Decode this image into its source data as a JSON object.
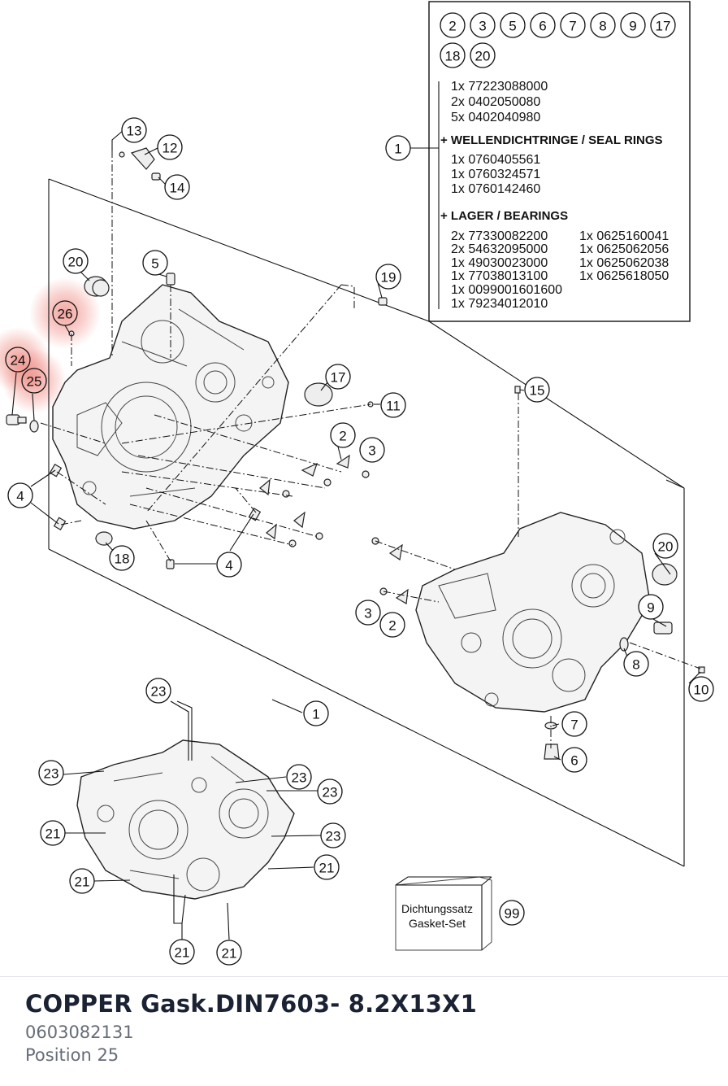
{
  "legend_box": {
    "group_callouts": [
      "2",
      "3",
      "5",
      "6",
      "7",
      "8",
      "9",
      "17",
      "18",
      "20"
    ],
    "kit_callout": "1",
    "kit_lines": [
      "1x 77223088000",
      "2x 0402050080",
      "5x 0402040980"
    ],
    "seal_heading": "+ WELLENDICHTRINGE / SEAL RINGS",
    "seal_lines": [
      "1x 0760405561",
      "1x 0760324571",
      "1x 0760142460"
    ],
    "bearing_heading": "+ LAGER / BEARINGS",
    "bearing_left": [
      "2x 77330082200",
      "2x 54632095000",
      "1x 49030023000",
      "1x 77038013100",
      "1x 0099001601600",
      "1x 79234012010"
    ],
    "bearing_right": [
      "1x 0625160041",
      "1x 0625062056",
      "1x 0625062038",
      "1x 0625618050"
    ]
  },
  "callouts": {
    "c13": "13",
    "c12": "12",
    "c14": "14",
    "c20a": "20",
    "c5": "5",
    "c19": "19",
    "c26": "26",
    "c24": "24",
    "c25": "25",
    "c17": "17",
    "c11": "11",
    "c2a": "2",
    "c3a": "3",
    "c15": "15",
    "c4a": "4",
    "c4b": "4",
    "c18": "18",
    "c20b": "20",
    "c9": "9",
    "c3b": "3",
    "c2b": "2",
    "c8": "8",
    "c10": "10",
    "c1": "1",
    "c7": "7",
    "c6": "6",
    "c23a": "23",
    "c23b": "23",
    "c23c": "23",
    "c23d": "23",
    "c23e": "23",
    "c21a": "21",
    "c21b": "21",
    "c21c": "21",
    "c21d": "21",
    "c21e": "21",
    "c99": "99"
  },
  "highlighted_positions": [
    "26",
    "24",
    "25"
  ],
  "highlight_color": "#e85a4f",
  "gasket_set": {
    "line1": "Dichtungssatz",
    "line2": "Gasket-Set"
  },
  "detail": {
    "name": "COPPER Gask.DIN7603- 8.2X13X1",
    "number": "0603082131",
    "position": "Position 25"
  }
}
